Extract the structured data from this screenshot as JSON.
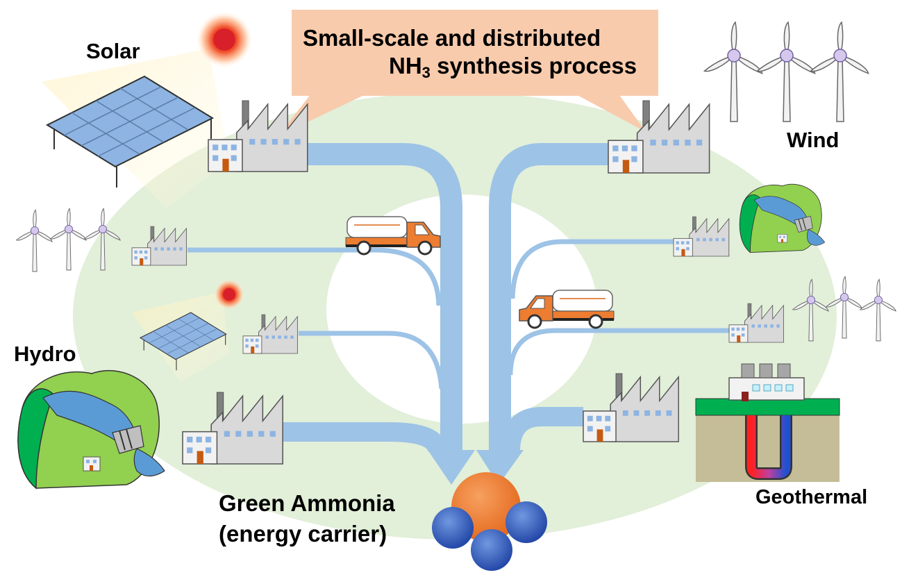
{
  "callout": {
    "line1": "Small-scale and distributed",
    "nh": "NH",
    "sub": "3",
    "rest": " synthesis process"
  },
  "labels": {
    "solar": "Solar",
    "wind": "Wind",
    "hydro": "Hydro",
    "geothermal": "Geothermal",
    "ammonia_line1": "Green Ammonia",
    "ammonia_line2": "(energy carrier)"
  },
  "colors": {
    "ellipse": "#e2efd9",
    "pipe": "#9dc3e6",
    "callout": "#f8cbad",
    "factory": "#d9d9d9",
    "truck": "#ed7d31",
    "nitrogen": "#ed7d31",
    "hydrogen": "#2e5eb8"
  }
}
